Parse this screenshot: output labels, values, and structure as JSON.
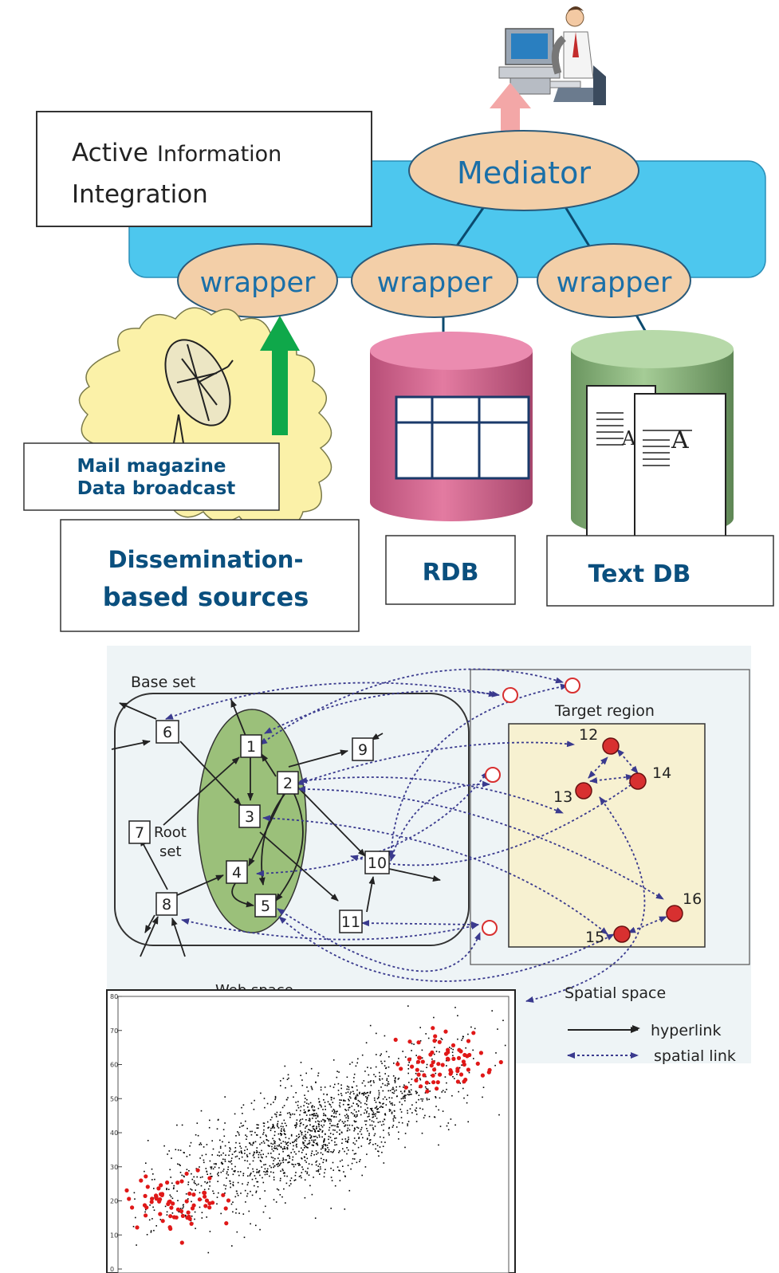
{
  "top": {
    "title_active": "Active",
    "title_information": "Information",
    "title_integration": "Integration",
    "mediator": "Mediator",
    "wrappers": [
      "wrapper",
      "wrapper",
      "wrapper"
    ],
    "mail_line1": "Mail magazine",
    "mail_line2": "Data broadcast",
    "dissemination_line1": "Dissemination-",
    "dissemination_line2": "based sources",
    "rdb": "RDB",
    "textdb": "Text DB",
    "doc_glyph": "A",
    "colors": {
      "integration_band": "#4dc7ee",
      "ellipse_fill": "#f3cfa8",
      "db_pink": "#e0769c",
      "db_green": "#8fbe82",
      "source_cloud": "#fbf1a8",
      "label_blue": "#0a4f7e",
      "mediator_blue": "#1a6fa8",
      "arrow_up_green": "#0fa84a",
      "arrow_pink": "#f3a7a7"
    },
    "icons": [
      "user-at-computer-icon",
      "satellite-dish-icon",
      "table-icon",
      "document-icon"
    ]
  },
  "graph": {
    "base_set": "Base set",
    "root_set_line1": "Root",
    "root_set_line2": "set",
    "target_region": "Target region",
    "spatial_space": "Spatial space",
    "web_space": "Web space",
    "legend_hyperlink": "hyperlink",
    "legend_spatial": "spatial link",
    "web_nodes": [
      "1",
      "2",
      "3",
      "4",
      "5",
      "6",
      "7",
      "8",
      "9",
      "10",
      "11"
    ],
    "spatial_nodes": [
      "12",
      "13",
      "14",
      "15",
      "16"
    ],
    "colors": {
      "panel_bg": "#eef4f6",
      "root_set_green": "#9bc07a",
      "target_region_bg": "#f7f1d1",
      "spatial_node_red": "#d83030",
      "spatial_link": "#4a4a9a"
    }
  },
  "scatter": {
    "chart_data": {
      "type": "scatter",
      "y_ticks": [
        "0",
        "10",
        "20",
        "30",
        "40",
        "50",
        "60",
        "70",
        "80"
      ],
      "ylim": [
        0,
        80
      ],
      "series_colors": {
        "background_points": "#000000",
        "highlighted_points": "#e01818"
      },
      "title": "",
      "xlabel": "",
      "ylabel": ""
    }
  }
}
